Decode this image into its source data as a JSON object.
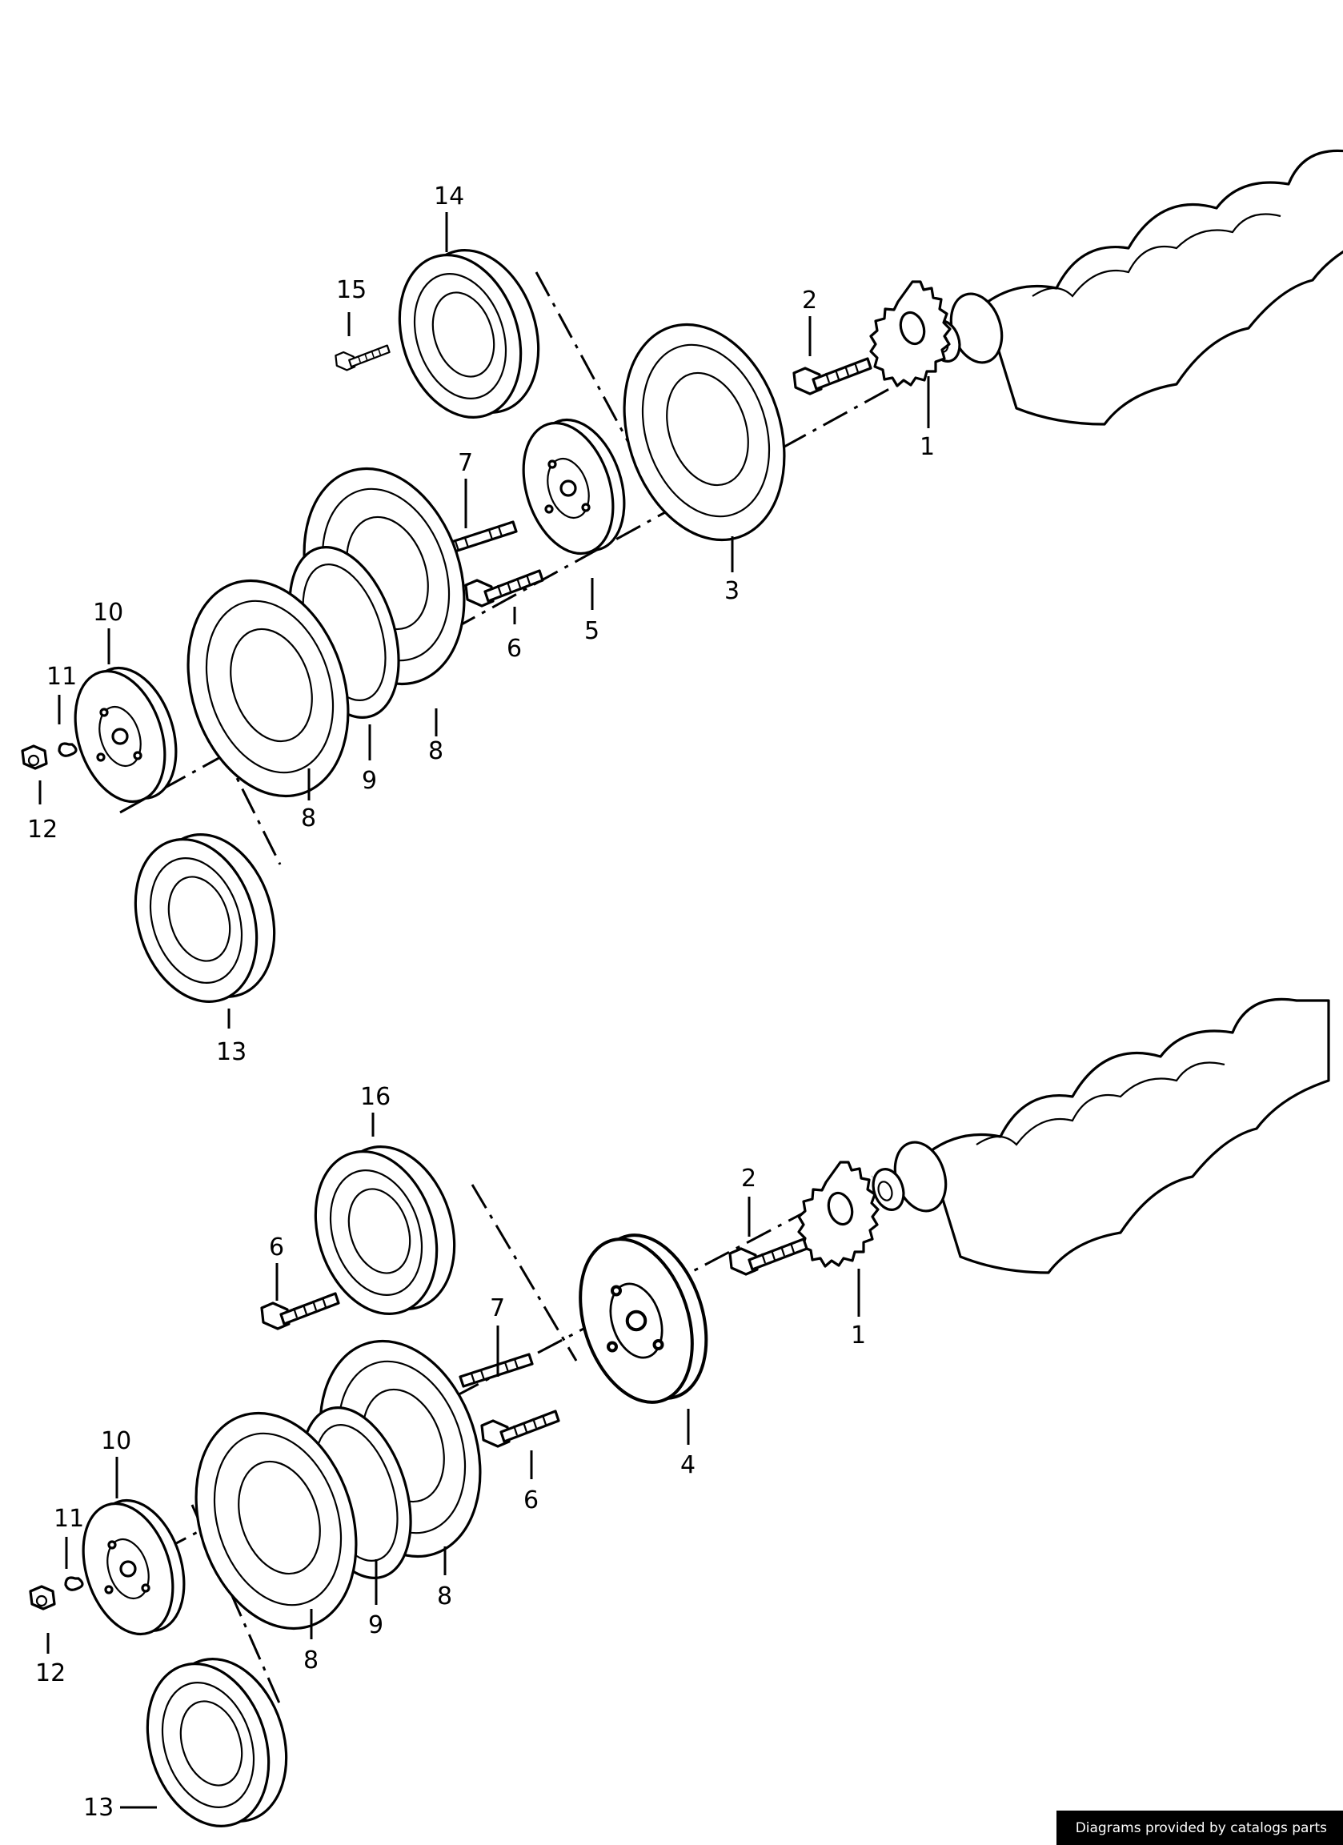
{
  "credit": "Diagrams provided by catalogs parts",
  "callouts_upper": [
    "1",
    "2",
    "3",
    "5",
    "6",
    "7",
    "8",
    "8",
    "9",
    "10",
    "11",
    "12",
    "13",
    "14",
    "15"
  ],
  "callouts_lower": [
    "1",
    "2",
    "4",
    "6",
    "6",
    "7",
    "8",
    "8",
    "9",
    "10",
    "11",
    "12",
    "13",
    "16"
  ]
}
